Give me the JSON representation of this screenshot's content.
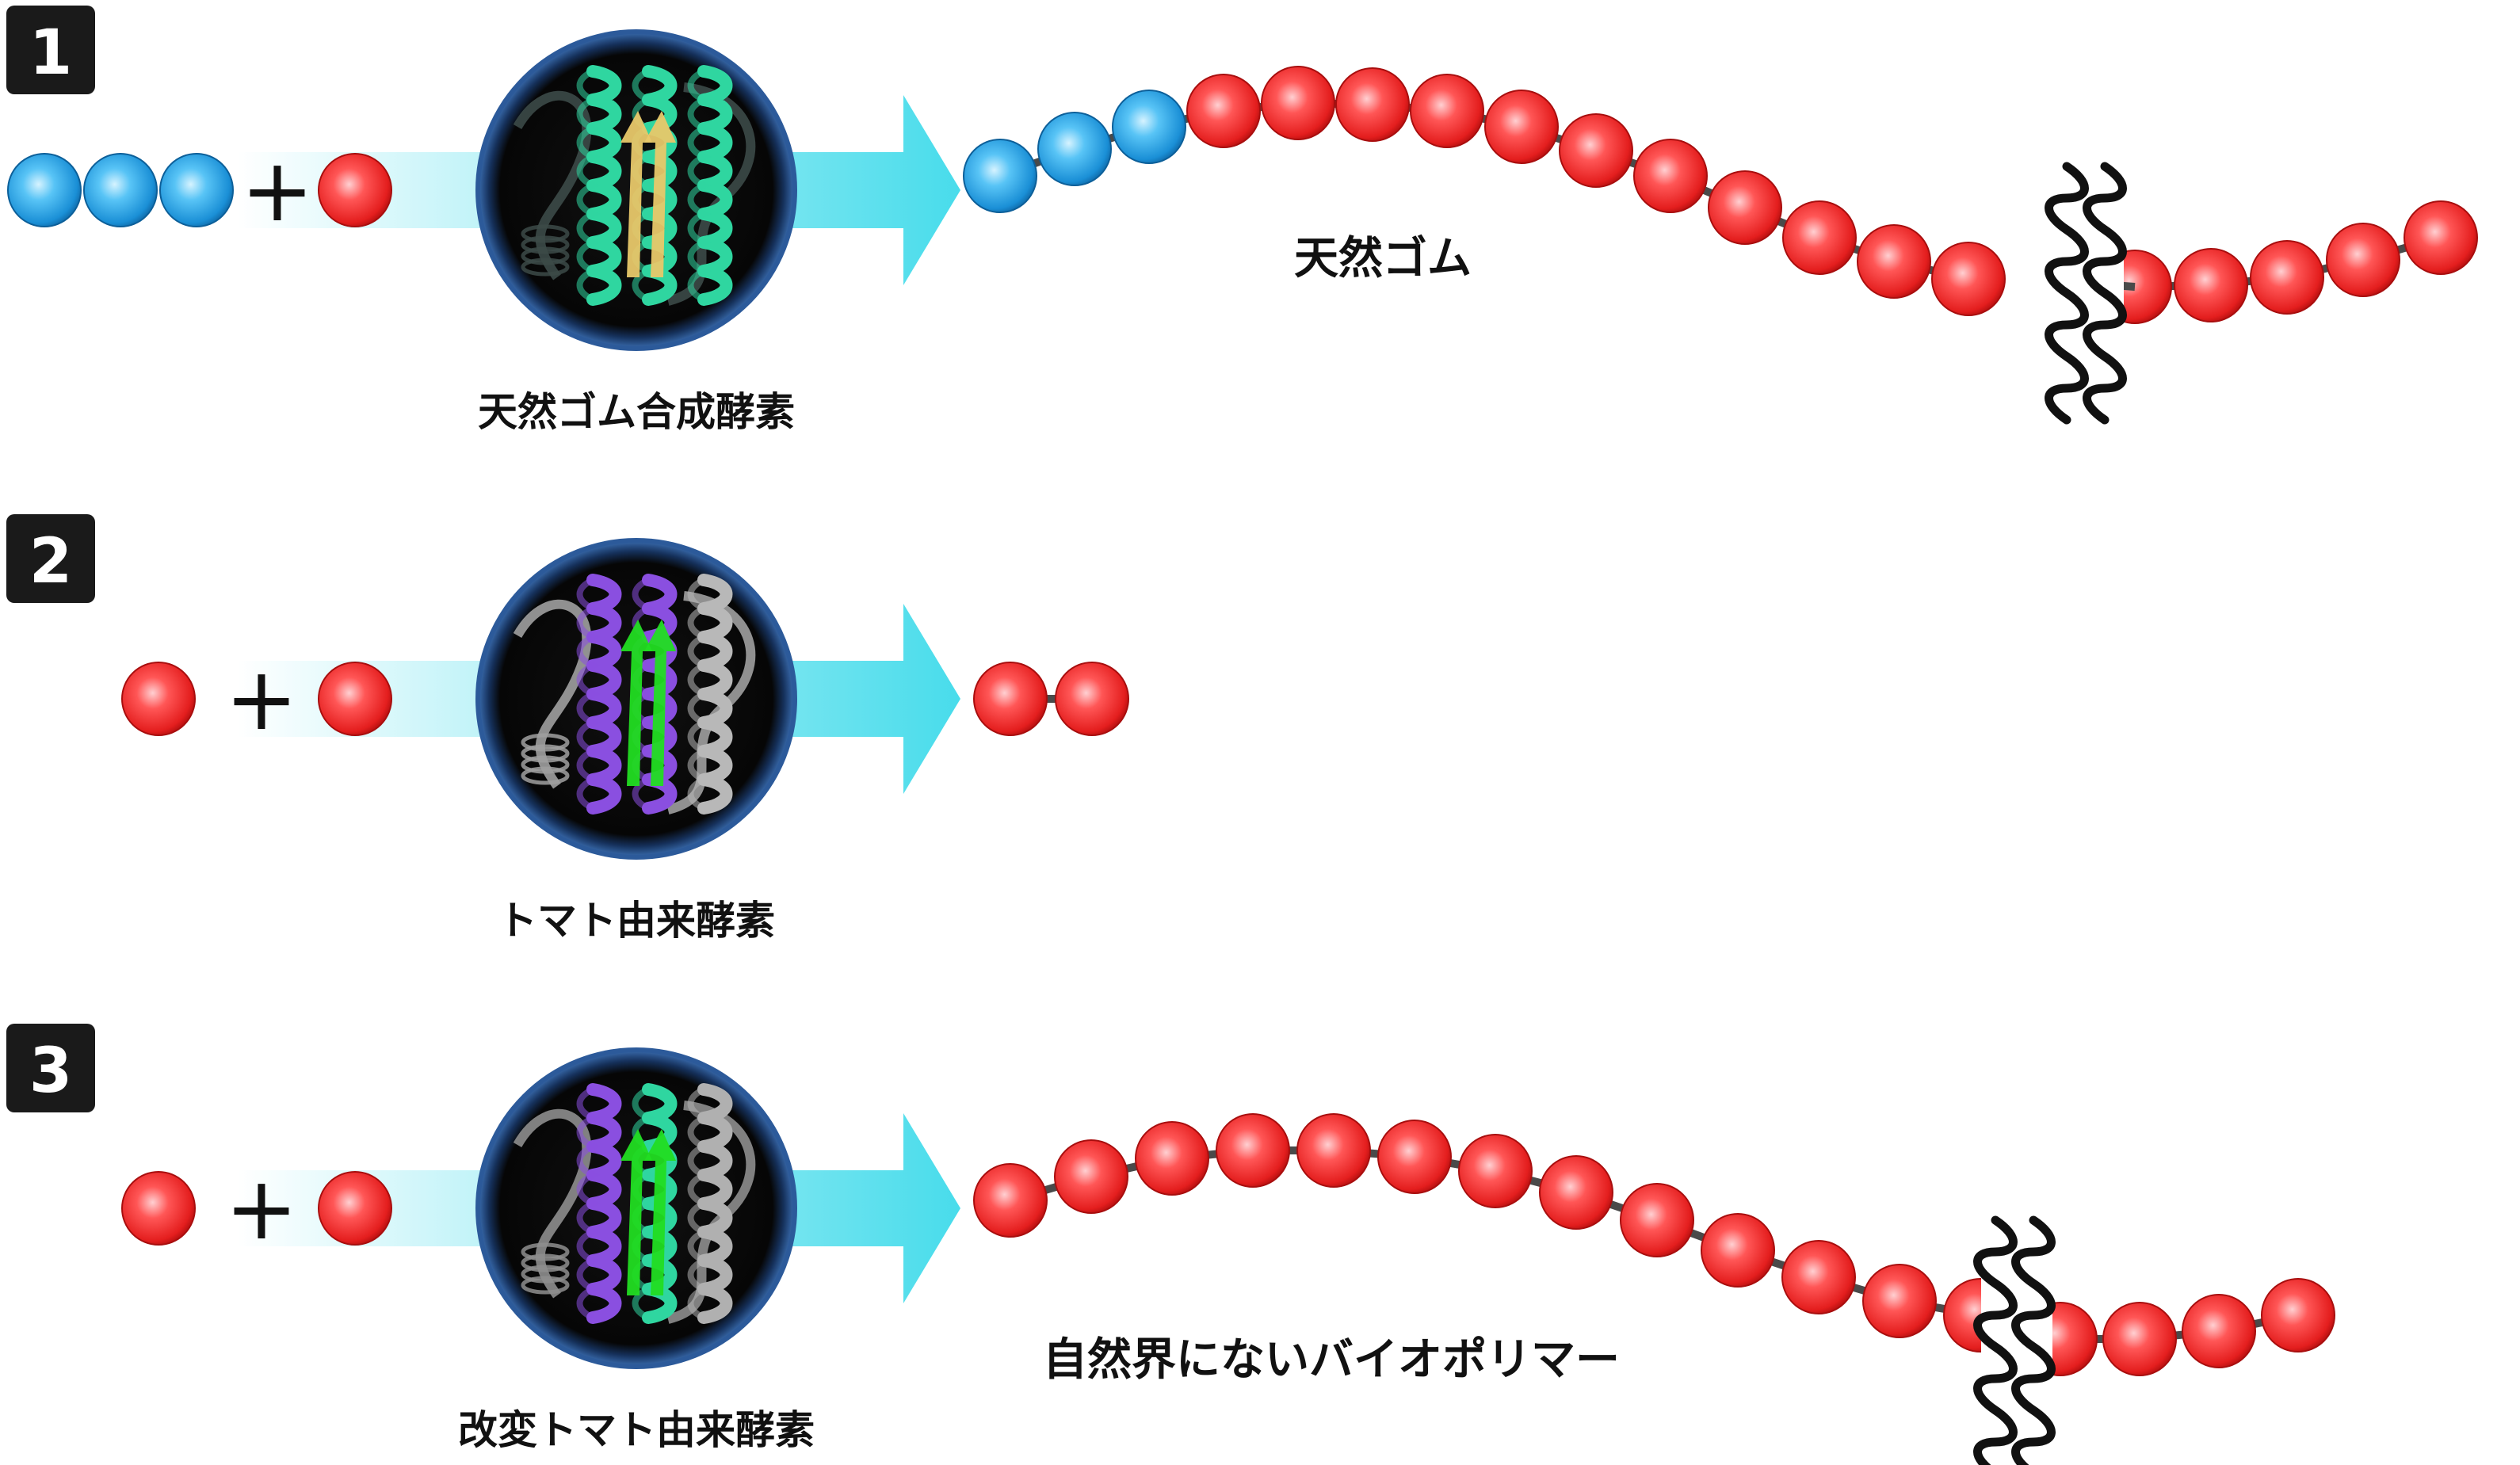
{
  "rows": [
    {
      "badge": "1",
      "inputs": [
        "blue",
        "blue",
        "blue"
      ],
      "plus": "+",
      "adder": "red",
      "enzyme_label": "天然ゴム合成酵素",
      "enzyme_helix_colors": [
        "#2fd6a0",
        "#2fd6a0",
        "#2fd6a0"
      ],
      "enzyme_sheet_color": "#e8c86a",
      "enzyme_coil_color": "#3c4a48",
      "product_label": "天然ゴム",
      "product_blue_count": 3,
      "product_red_before_break": 11,
      "product_red_after_break": 5,
      "has_break": true
    },
    {
      "badge": "2",
      "inputs": [
        "red"
      ],
      "plus": "+",
      "adder": "red",
      "enzyme_label": "トマト由来酵素",
      "enzyme_helix_colors": [
        "#8a4fe0",
        "#8a4fe0",
        "#b8b8b8"
      ],
      "enzyme_sheet_color": "#22dd22",
      "enzyme_coil_color": "#a0a0a0",
      "product_label": "",
      "product_blue_count": 0,
      "product_red_before_break": 2,
      "product_red_after_break": 0,
      "has_break": false
    },
    {
      "badge": "3",
      "inputs": [
        "red"
      ],
      "plus": "+",
      "adder": "red",
      "enzyme_label": "改変トマト由来酵素",
      "enzyme_helix_colors": [
        "#8a4fe0",
        "#2fd6a0",
        "#b0b0b0"
      ],
      "enzyme_sheet_color": "#22dd22",
      "enzyme_coil_color": "#8e8e8e",
      "product_label": "自然界にないバイオポリマー",
      "product_blue_count": 0,
      "product_red_before_break": 13,
      "product_red_after_break": 4,
      "has_break": true
    }
  ],
  "colors": {
    "bead_red": "#f0302c",
    "bead_blue": "#2aa6e8",
    "arrow": "#48dceb",
    "badge_bg": "#1a1a1a",
    "sphere_rim": "#2c5a9a",
    "linker": "#4a4a4a"
  }
}
